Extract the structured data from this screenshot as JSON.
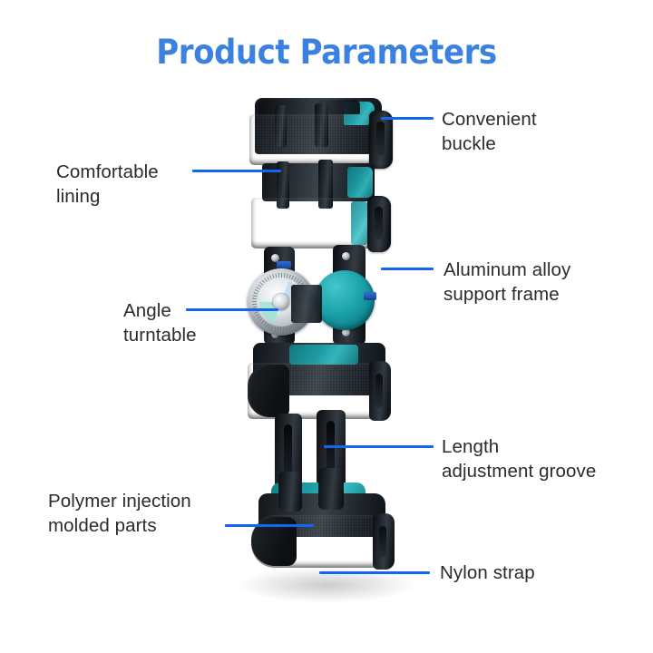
{
  "page": {
    "background_color": "#ffffff",
    "title": "Product Parameters",
    "title_color": "#3b82e0",
    "connector_color": "#1366f0",
    "label_color": "#2b2b2b"
  },
  "callouts": [
    {
      "id": "convenient-buckle",
      "text": "Convenient\nbuckle",
      "side": "right"
    },
    {
      "id": "comfortable-lining",
      "text": "Comfortable\nlining",
      "side": "left"
    },
    {
      "id": "aluminum-alloy-support-frame",
      "text": "Aluminum alloy\nsupport frame",
      "side": "right"
    },
    {
      "id": "angle-turntable",
      "text": "Angle\nturntable",
      "side": "left"
    },
    {
      "id": "length-adjustment-groove",
      "text": "Length\nadjustment groove",
      "side": "right"
    },
    {
      "id": "polymer-injection-molded-parts",
      "text": "Polymer injection\nmolded parts",
      "side": "left"
    },
    {
      "id": "nylon-strap",
      "text": "Nylon strap",
      "side": "right"
    }
  ],
  "product": {
    "name": "hinged knee brace",
    "colors": {
      "shell": "#1b2126",
      "accent_lining": "#1ba2ab",
      "metal": "#c9ced3"
    }
  }
}
